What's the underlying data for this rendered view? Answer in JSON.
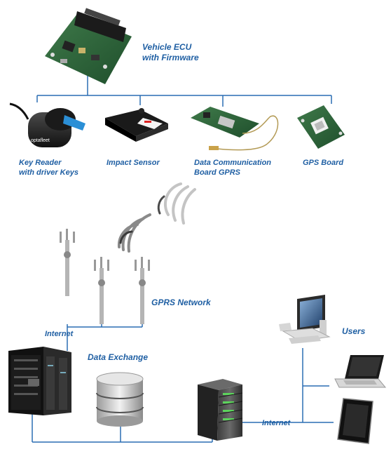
{
  "labels": {
    "ecu_line1": "Vehicle ECU",
    "ecu_line2": "with Firmware",
    "key_line1": "Key Reader",
    "key_line2": "with driver Keys",
    "impact": "Impact Sensor",
    "dcb_line1": "Data Communication",
    "dcb_line2": "Board GPRS",
    "gps": "GPS Board",
    "gprs_network": "GPRS Network",
    "internet_left": "Internet",
    "data_exchange": "Data Exchange",
    "users": "Users",
    "internet_right": "Internet",
    "key_brand": "optafleet"
  },
  "colors": {
    "label_blue": "#1f5fa3",
    "connector": "#2a6db3",
    "antenna_gray": "#a8a8a8",
    "server_green": "#5cd35c"
  },
  "icons": [
    "ecu-board-icon",
    "key-reader-icon",
    "impact-sensor-icon",
    "gprs-board-icon",
    "gps-board-icon",
    "signal-waves-icon",
    "cell-tower-icon",
    "server-rack-icon",
    "database-icon",
    "server-tower-icon",
    "desktop-computer-icon",
    "laptop-icon",
    "tablet-icon"
  ]
}
